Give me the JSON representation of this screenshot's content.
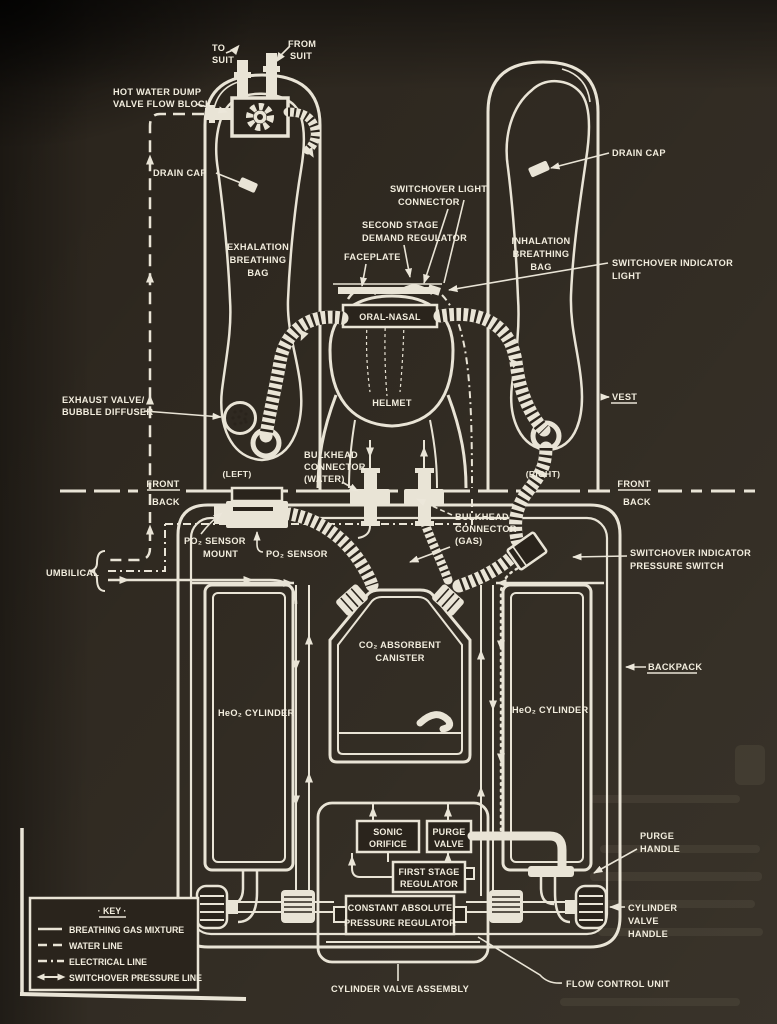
{
  "figure": {
    "type": "schematic-diagram",
    "subject": "breathing life-support backpack system",
    "colors": {
      "background": "#2a241c",
      "ink": "#e9e4d6",
      "text": "#f2edde"
    },
    "labels": {
      "to_suit": [
        "TO",
        "SUIT"
      ],
      "from_suit": [
        "FROM",
        "SUIT"
      ],
      "hot_water_dump": [
        "HOT WATER DUMP",
        "VALVE FLOW BLOCK"
      ],
      "drain_cap_left": "DRAIN CAP",
      "drain_cap_right": "DRAIN CAP",
      "switchover_light_connector": [
        "SWITCHOVER LIGHT",
        "CONNECTOR"
      ],
      "second_stage": [
        "SECOND STAGE",
        "DEMAND REGULATOR"
      ],
      "faceplate": "FACEPLATE",
      "exhalation_bag": [
        "EXHALATION",
        "BREATHING",
        "BAG"
      ],
      "inhalation_bag": [
        "INHALATION",
        "BREATHING",
        "BAG"
      ],
      "switchover_indicator_light": [
        "SWITCHOVER INDICATOR",
        "LIGHT"
      ],
      "oral_nasal": "ORAL-NASAL",
      "helmet": "HELMET",
      "vest": "VEST",
      "exhaust_valve": [
        "EXHAUST VALVE/",
        "BUBBLE DIFFUSER"
      ],
      "bulkhead_water": [
        "BULKHEAD",
        "CONNECTOR",
        "(WATER)"
      ],
      "left_mark": "(LEFT)",
      "right_mark": "(RIGHT)",
      "front": "FRONT",
      "back": "BACK",
      "po2_sensor_mount": [
        "PO₂ SENSOR",
        "MOUNT"
      ],
      "po2_sensor": "PO₂ SENSOR",
      "umbilical": "UMBILICAL",
      "bulkhead_gas": [
        "BULKHEAD",
        "CONNECTOR",
        "(GAS)"
      ],
      "switchover_pressure_switch": [
        "SWITCHOVER INDICATOR",
        "PRESSURE SWITCH"
      ],
      "backpack": "BACKPACK",
      "co2_canister": [
        "CO₂ ABSORBENT",
        "CANISTER"
      ],
      "heo2_cylinder_left": "HeO₂ CYLINDER",
      "heo2_cylinder_right": "HeO₂ CYLINDER",
      "sonic_orifice": [
        "SONIC",
        "ORIFICE"
      ],
      "purge_valve": [
        "PURGE",
        "VALVE"
      ],
      "first_stage_regulator": [
        "FIRST STAGE",
        "REGULATOR"
      ],
      "cap_regulator": [
        "CONSTANT ABSOLUTE",
        "PRESSURE REGULATOR"
      ],
      "purge_handle": [
        "PURGE",
        "HANDLE"
      ],
      "cylinder_valve_handle": [
        "CYLINDER",
        "VALVE",
        "HANDLE"
      ],
      "cylinder_valve_assembly": "CYLINDER VALVE ASSEMBLY",
      "flow_control_unit": "FLOW CONTROL UNIT"
    },
    "key": {
      "title": "· KEY ·",
      "items": [
        {
          "line_style": "solid",
          "label": "BREATHING GAS MIXTURE"
        },
        {
          "line_style": "dashed",
          "label": "WATER LINE"
        },
        {
          "line_style": "dash-dot",
          "label": "ELECTRICAL LINE"
        },
        {
          "line_style": "double-arrow",
          "label": "SWITCHOVER PRESSURE LINE"
        }
      ]
    }
  }
}
